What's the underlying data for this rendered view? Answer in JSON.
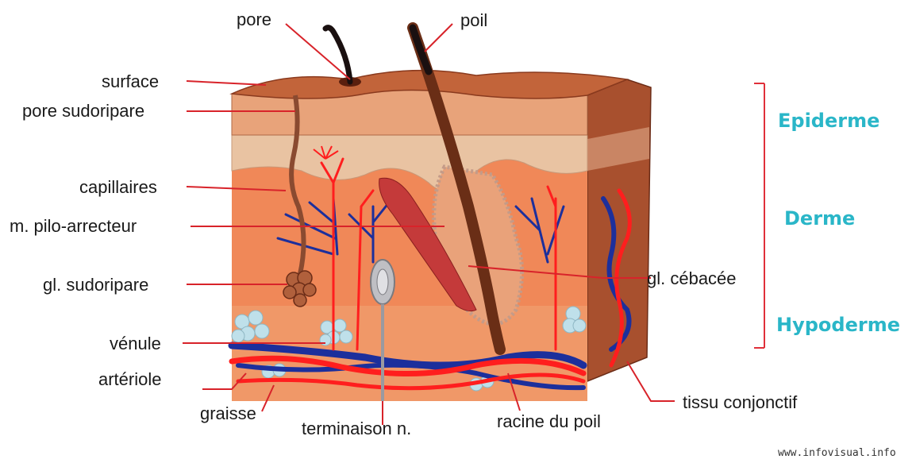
{
  "labels": {
    "pore": "pore",
    "poil": "poil",
    "surface": "surface",
    "pore_sudoripare": "pore sudoripare",
    "capillaires": "capillaires",
    "pilo_arrecteur": "m. pilo-arrecteur",
    "gl_sudoripare": "gl. sudoripare",
    "venule": "vénule",
    "arteriole": "artériole",
    "graisse": "graisse",
    "terminaison": "terminaison n.",
    "racine": "racine du poil",
    "gl_cebacee": "gl. cébacée",
    "tissu": "tissu conjonctif"
  },
  "layers": {
    "epiderme": "Epiderme",
    "derme": "Derme",
    "hypoderme": "Hypoderme"
  },
  "credit": "www.infovisual.info",
  "colors": {
    "skin_surface": "#c2643a",
    "epidermis": "#e3a47a",
    "derme": "#ef8a5a",
    "hypoderme": "#f2a27a",
    "side": "#9a4a2c",
    "artery": "#ff1e1e",
    "vein": "#1c2f9c",
    "fat": "#bfe0ea",
    "hair": "#5a2a14",
    "bracket": "#e0303a",
    "layer_text": "#2ab6c8",
    "leader": "#d8232a"
  }
}
